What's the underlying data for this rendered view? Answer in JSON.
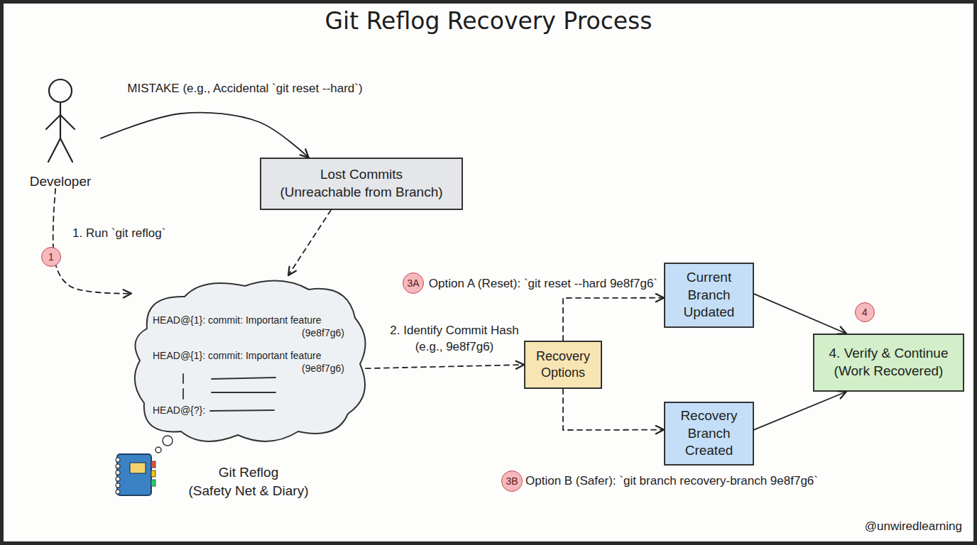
{
  "diagram": {
    "title": "Git Reflog Recovery Process",
    "nodes": [
      {
        "text": [
          "Developer"
        ]
      },
      {
        "text": [
          "Lost Commits",
          "(Unreachable from Branch)"
        ]
      },
      {
        "text": [
          "HEAD@{1}: commit: Important feature (9e8f7g6)",
          "HEAD@{1}: commit: Important feature (9e8f7g6)",
          "HEAD@{?}:",
          "Git Reflog",
          "(Safety Net & Diary)"
        ]
      },
      {
        "text": [
          "Recovery Options"
        ]
      },
      {
        "text": [
          "Current Branch Updated"
        ]
      },
      {
        "text": [
          "Recovery Branch Created"
        ]
      },
      {
        "text": [
          "4. Verify & Continue",
          "(Work Recovered)"
        ]
      }
    ],
    "edges": [
      {
        "from": 0,
        "to": 1,
        "arrow": "to",
        "label": "MISTAKE (e.g., Accidental `git reset --hard`)"
      },
      {
        "from": 0,
        "to": 2,
        "arrow": "to",
        "label": "1. Run `git reflog`"
      },
      {
        "from": 1,
        "to": 2,
        "arrow": "to"
      },
      {
        "from": 2,
        "to": 3,
        "arrow": "to",
        "label": "2. Identify Commit Hash (e.g., 9e8f7g6)"
      },
      {
        "from": 3,
        "to": 4,
        "arrow": "to",
        "label": "Option A (Reset): `git reset --hard 9e8f7g6`"
      },
      {
        "from": 3,
        "to": 5,
        "arrow": "to",
        "label": "Option B (Safer): `git branch recovery-branch 9e8f7g6`"
      },
      {
        "from": 4,
        "to": 6,
        "arrow": "to"
      },
      {
        "from": 5,
        "to": 6,
        "arrow": "to"
      }
    ],
    "labels": [
      "1",
      "3A",
      "4",
      "3B",
      "@unwiredlearning"
    ]
  }
}
